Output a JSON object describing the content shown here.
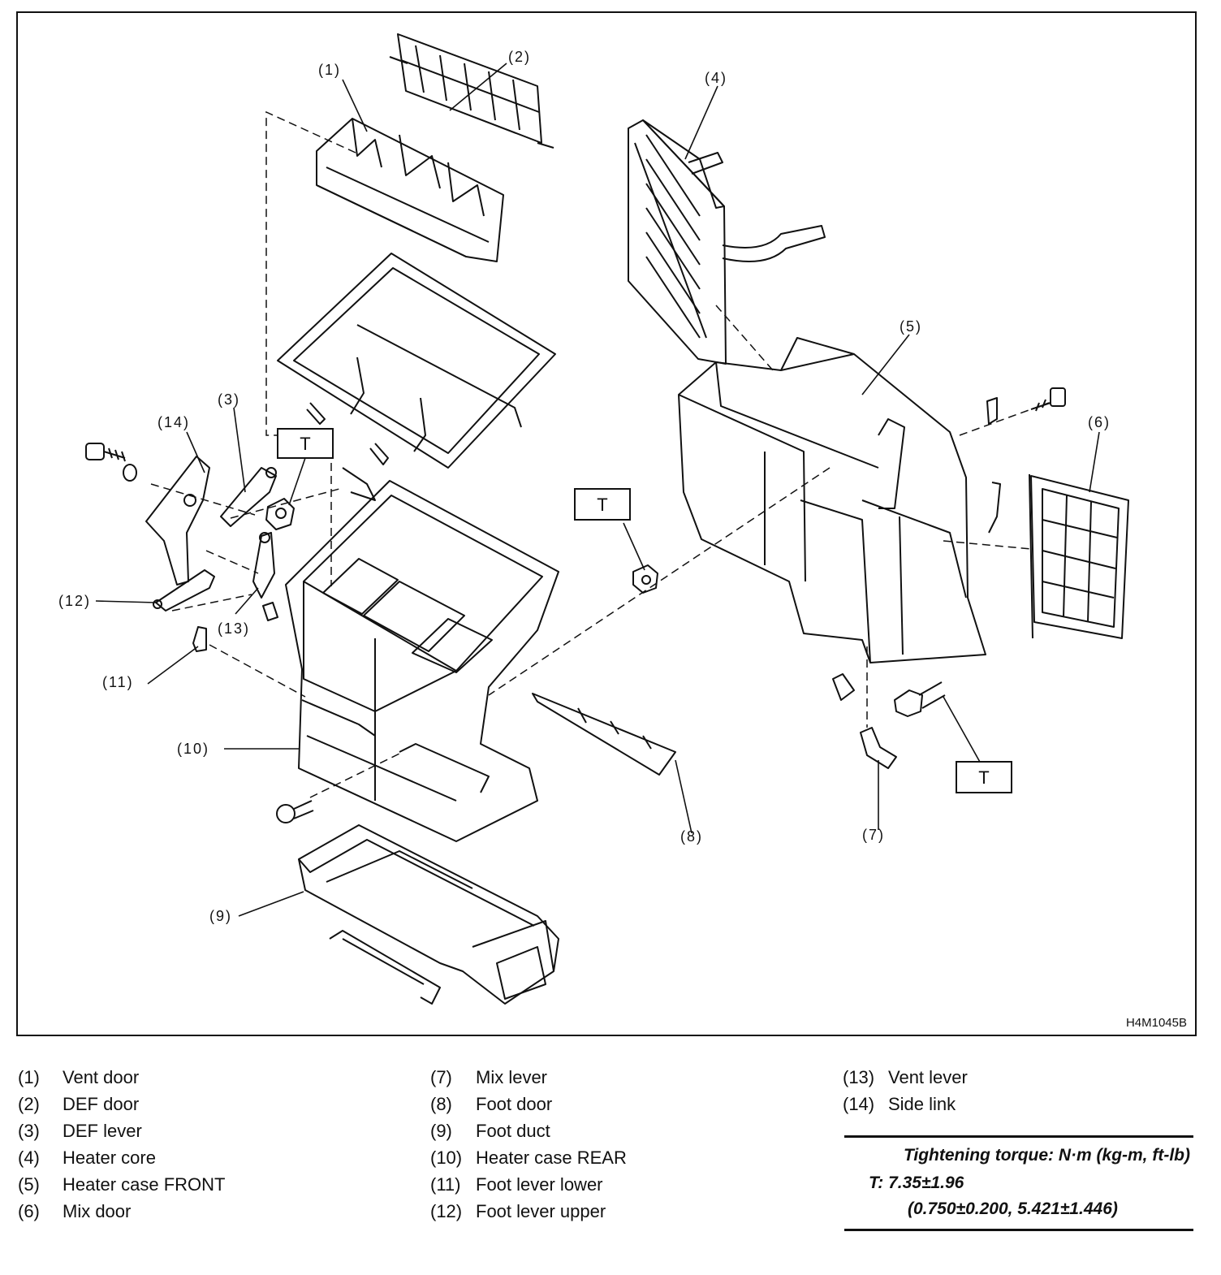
{
  "figure_id": "H4M1045B",
  "callouts": {
    "c1": "(1)",
    "c2": "(2)",
    "c3": "(3)",
    "c4": "(4)",
    "c5": "(5)",
    "c6": "(6)",
    "c7": "(7)",
    "c8": "(8)",
    "c9": "(9)",
    "c10": "(10)",
    "c11": "(11)",
    "c12": "(12)",
    "c13": "(13)",
    "c14": "(14)"
  },
  "torque_tag": "T",
  "legend": [
    {
      "num": "(1)",
      "label": "Vent door"
    },
    {
      "num": "(2)",
      "label": "DEF door"
    },
    {
      "num": "(3)",
      "label": "DEF lever"
    },
    {
      "num": "(4)",
      "label": "Heater core"
    },
    {
      "num": "(5)",
      "label": "Heater case FRONT"
    },
    {
      "num": "(6)",
      "label": "Mix door"
    },
    {
      "num": "(7)",
      "label": "Mix lever"
    },
    {
      "num": "(8)",
      "label": "Foot door"
    },
    {
      "num": "(9)",
      "label": "Foot duct"
    },
    {
      "num": "(10)",
      "label": "Heater case REAR"
    },
    {
      "num": "(11)",
      "label": "Foot lever lower"
    },
    {
      "num": "(12)",
      "label": "Foot lever upper"
    },
    {
      "num": "(13)",
      "label": "Vent lever"
    },
    {
      "num": "(14)",
      "label": "Side link"
    }
  ],
  "torque": {
    "title": "Tightening torque: N·m (kg-m, ft-lb)",
    "value": "T: 7.35±1.96",
    "conversions": "(0.750±0.200, 5.421±1.446)"
  }
}
